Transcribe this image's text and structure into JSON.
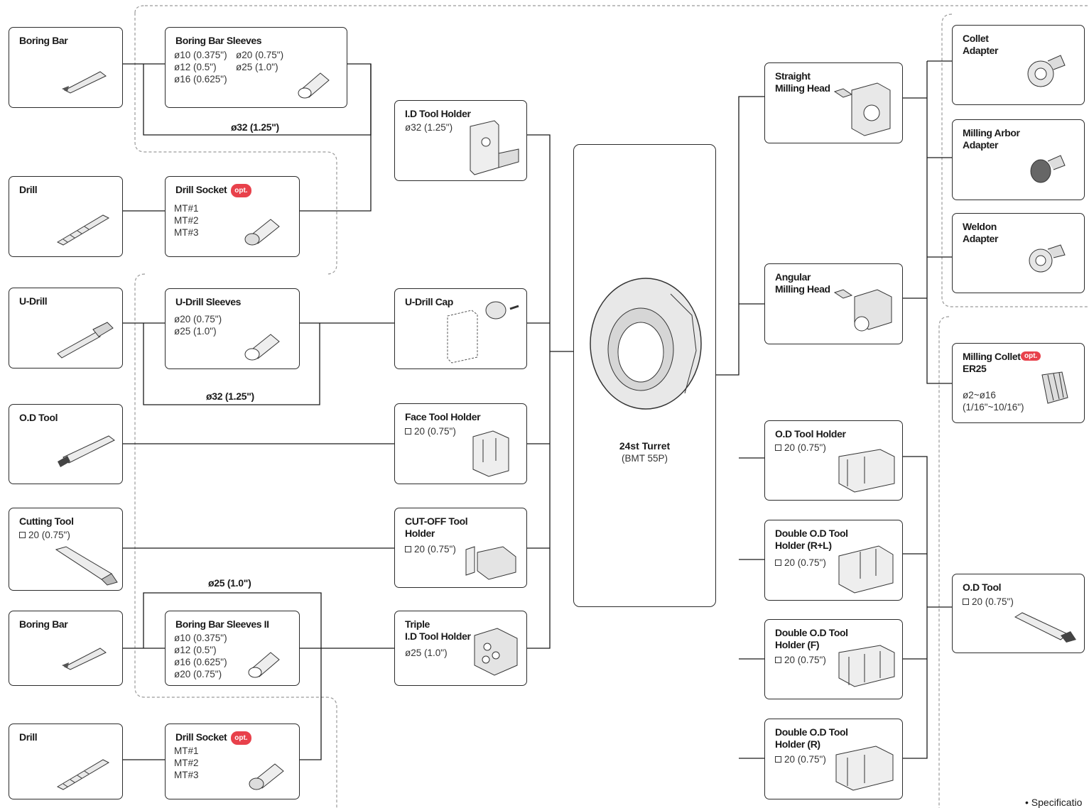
{
  "left_tools": {
    "boring_bar_1": "Boring Bar",
    "drill_1": "Drill",
    "u_drill": "U-Drill",
    "od_tool": "O.D Tool",
    "cutting_tool": "Cutting Tool",
    "cutting_tool_spec": "20 (0.75\")",
    "boring_bar_2": "Boring Bar",
    "drill_2": "Drill"
  },
  "adapters": {
    "boring_bar_sleeves": {
      "title": "Boring Bar Sleeves",
      "specs_left": "ø10 (0.375\")\nø12 (0.5\")\nø16 (0.625\")",
      "specs_right": "ø20 (0.75\")\nø25 (1.0\")"
    },
    "drill_socket_1": {
      "title": "Drill Socket",
      "badge": "opt.",
      "specs": "MT#1\nMT#2\nMT#3"
    },
    "u_drill_sleeves": {
      "title": "U-Drill Sleeves",
      "specs": "ø20 (0.75\")\nø25 (1.0\")"
    },
    "boring_bar_sleeves_2": {
      "title": "Boring Bar Sleeves II",
      "specs": "ø10 (0.375\")\nø12 (0.5\")\nø16 (0.625\")\nø20 (0.75\")"
    },
    "drill_socket_2": {
      "title": "Drill Socket",
      "badge": "opt.",
      "specs": "MT#1\nMT#2\nMT#3"
    }
  },
  "dimension_labels": {
    "d32_top": "ø32 (1.25\")",
    "d32_mid": "ø32 (1.25\")",
    "d25": "ø25 (1.0\")"
  },
  "holders": {
    "id_tool_holder": {
      "title": "I.D Tool Holder",
      "spec": "ø32 (1.25\")"
    },
    "u_drill_cap": {
      "title": "U-Drill Cap"
    },
    "face_tool_holder": {
      "title": "Face Tool Holder",
      "spec": "20 (0.75\")"
    },
    "cutoff_tool_holder": {
      "title": "CUT-OFF Tool\nHolder",
      "spec": "20 (0.75\")"
    },
    "triple_id_tool_holder": {
      "title": "Triple\nI.D Tool Holder",
      "spec": "ø25 (1.0\")"
    }
  },
  "turret": {
    "title": "24st Turret",
    "subtitle": "(BMT 55P)"
  },
  "right_holders": {
    "straight_milling_head": "Straight\nMilling Head",
    "angular_milling_head": "Angular\nMilling Head",
    "od_tool_holder": {
      "title": "O.D Tool Holder",
      "spec": "20 (0.75\")"
    },
    "double_od_rl": {
      "title": "Double O.D Tool\nHolder (R+L)",
      "spec": "20 (0.75\")"
    },
    "double_od_f": {
      "title": "Double O.D Tool\nHolder (F)",
      "spec": "20 (0.75\")"
    },
    "double_od_r": {
      "title": "Double O.D Tool\nHolder (R)",
      "spec": "20 (0.75\")"
    }
  },
  "milling_accessories": {
    "collet_adapter": "Collet\nAdapter",
    "milling_arbor_adapter": "Milling Arbor\nAdapter",
    "weldon_adapter": "Weldon\nAdapter",
    "milling_collet": {
      "title": "Milling Collet\nER25",
      "badge": "opt.",
      "spec": "ø2~ø16\n(1/16\"~10/16\")"
    }
  },
  "right_od_tool": {
    "title": "O.D Tool",
    "spec": "20 (0.75\")"
  },
  "footnote": "• Specificatio",
  "colors": {
    "line": "#1a1a1a",
    "dashed": "#9a9a9a",
    "badge": "#e8414b"
  }
}
